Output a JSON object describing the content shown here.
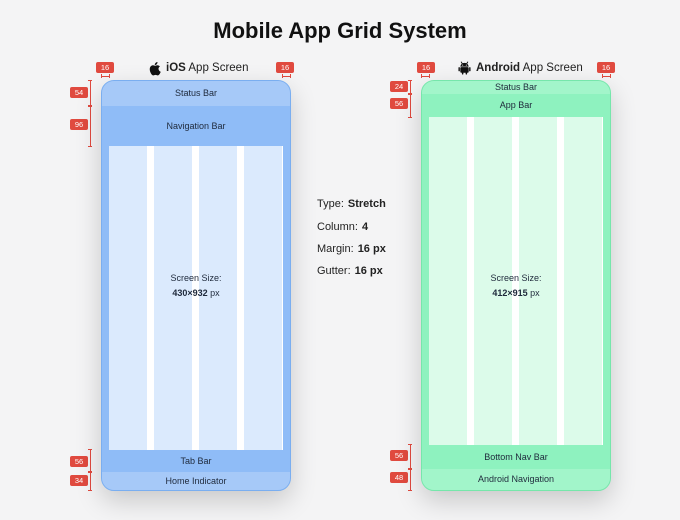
{
  "title": "Mobile App Grid System",
  "ios": {
    "platform": "iOS",
    "label_suffix": "App Screen",
    "icon": "apple-logo-icon",
    "margin_left": "16",
    "margin_right": "16",
    "status_bar": "Status Bar",
    "status_bar_h": "54",
    "navigation_bar": "Navigation Bar",
    "navigation_bar_h": "96",
    "screen_size_label": "Screen Size:",
    "screen_size": "430×932",
    "unit": "px",
    "tab_bar": "Tab Bar",
    "tab_bar_h": "56",
    "home_indicator": "Home Indicator",
    "home_indicator_h": "34"
  },
  "android": {
    "platform": "Android",
    "label_suffix": "App Screen",
    "icon": "android-robot-icon",
    "margin_left": "16",
    "margin_right": "16",
    "status_bar": "Status Bar",
    "status_bar_h": "24",
    "app_bar": "App Bar",
    "app_bar_h": "56",
    "screen_size_label": "Screen Size:",
    "screen_size": "412×915",
    "unit": "px",
    "bottom_nav_bar": "Bottom Nav Bar",
    "bottom_nav_bar_h": "56",
    "android_navigation": "Android Navigation",
    "android_navigation_h": "48"
  },
  "spec": {
    "type_label": "Type:",
    "type_value": "Stretch",
    "column_label": "Column:",
    "column_value": "4",
    "margin_label": "Margin:",
    "margin_value": "16 px",
    "gutter_label": "Gutter:",
    "gutter_value": "16 px"
  },
  "colors": {
    "ios_accent": "#8fbcf7",
    "android_accent": "#8ef2bf",
    "annotation_red": "#e04a3f"
  }
}
